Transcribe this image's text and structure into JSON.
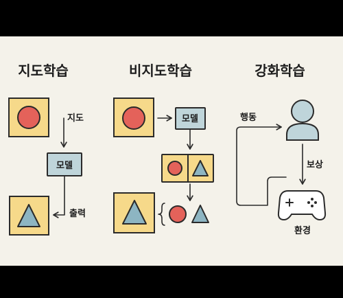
{
  "supervised": {
    "title": "지도학습",
    "label_guidance": "지도",
    "model_label": "모델",
    "label_output": "출력"
  },
  "unsupervised": {
    "title": "비지도학습",
    "model_label": "모델"
  },
  "reinforcement": {
    "title": "강화학습",
    "label_action": "행동",
    "label_reward": "보상",
    "label_environment": "환경"
  },
  "colors": {
    "background": "#F4F2EA",
    "yellow": "#F6D98A",
    "blue": "#BFD5DA",
    "red": "#E4625A",
    "triangle": "#8DB5C2"
  },
  "icons": [
    "circle",
    "triangle",
    "person-icon",
    "gamepad-icon"
  ]
}
